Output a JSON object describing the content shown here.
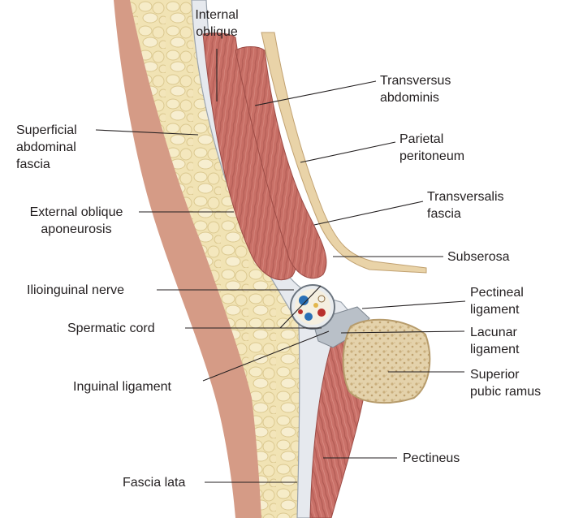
{
  "labels": {
    "internal_oblique": [
      "Internal",
      "oblique"
    ],
    "transversus_abdominis": [
      "Transversus",
      "abdominis"
    ],
    "superficial_abdominal_fascia": [
      "Superficial",
      "abdominal",
      "fascia"
    ],
    "parietal_peritoneum": [
      "Parietal",
      "peritoneum"
    ],
    "transversalis_fascia": [
      "Transversalis",
      "fascia"
    ],
    "external_oblique_aponeurosis": [
      "External oblique",
      "aponeurosis"
    ],
    "subserosa": "Subserosa",
    "ilioinguinal_nerve": "Ilioinguinal nerve",
    "pectineal_ligament": [
      "Pectineal",
      "ligament"
    ],
    "spermatic_cord": "Spermatic cord",
    "lacunar_ligament": [
      "Lacunar",
      "ligament"
    ],
    "superior_pubic_ramus": [
      "Superior",
      "pubic ramus"
    ],
    "inguinal_ligament": "Inguinal ligament",
    "pectineus": "Pectineus",
    "fascia_lata": "Fascia lata"
  },
  "colors": {
    "fat": "#f1e3b4",
    "fat_lobule_edge": "#d8c58c",
    "skin": "#d59b86",
    "muscle": "#c86f66",
    "muscle_fiber": "#a9514b",
    "fascia": "#e6e9ee",
    "bone": "#e2cfa6",
    "bone_edge": "#b79c6c",
    "leader": "#231f20"
  }
}
